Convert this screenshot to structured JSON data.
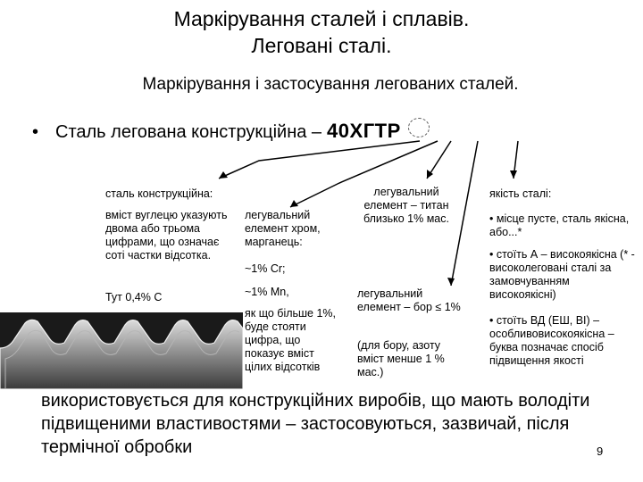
{
  "slide": {
    "title_line1": "Маркірування сталей і сплавів.",
    "title_line2": "Леговані сталі.",
    "subtitle": "Маркірування і застосування легованих сталей.",
    "bullet": "•",
    "bullet_text": "Сталь легована конструкційна –",
    "grade": "40ХГТР",
    "page_number": "9"
  },
  "notes": {
    "structural": "сталь конструкційна:",
    "carbon": "вміст вуглецю указують двома або трьома цифрами, що означає соті частки відсотка.",
    "carbon_example": "Тут 0,4% С",
    "alloy_cr_mn": "легувальний елемент хром, марганець:",
    "cr": "~1% Cr;",
    "mn": "~1% Mn,",
    "digit_rule": "як що більше 1%, буде стояти цифра, що показує вміст цілих відсотків",
    "titanium": "легувальний елемент – титан близько 1% мас.",
    "boron": "легувальний елемент – бор ≤ 1%",
    "boron_note": "(для бору, азоту вміст менше 1 % мас.)",
    "quality_title": "якість сталі:",
    "quality_blank": "• місце пусте, сталь якісна, або...*",
    "quality_a": "• стоїть А – високоякісна (* - високолеговані сталі за замовчуванням високоякісні)",
    "quality_vd": "• стоїть ВД (ЕШ, ВІ) – особливовисокоякісна – буква позначає спосіб підвищення якості"
  },
  "usage_text": "використовується для конструкційних виробів, що мають володіти підвищеними властивостями – застосовуються, зазвичай, після термічної обробки",
  "image": {
    "gear_icon": "gear-teeth-photo"
  },
  "colors": {
    "text": "#000000",
    "background": "#ffffff"
  }
}
